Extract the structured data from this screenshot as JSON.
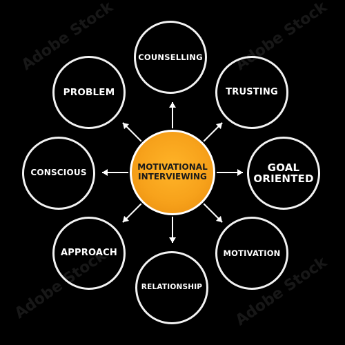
{
  "diagram": {
    "center": {
      "label": "MOTIVATIONAL\nINTERVIEWING",
      "fill": "#f7a21b"
    },
    "nodes": [
      {
        "id": "counselling",
        "label": "COUNSELLING"
      },
      {
        "id": "trusting",
        "label": "TRUSTING"
      },
      {
        "id": "goal-oriented",
        "label": "GOAL\nORIENTED"
      },
      {
        "id": "motivation",
        "label": "MOTIVATION"
      },
      {
        "id": "relationship",
        "label": "RELATIONSHIP"
      },
      {
        "id": "approach",
        "label": "APPROACH"
      },
      {
        "id": "conscious",
        "label": "CONSCIOUS"
      },
      {
        "id": "problem",
        "label": "PROBLEM"
      }
    ],
    "colors": {
      "background": "#000000",
      "outline": "#f2f2f2",
      "accent": "#f7a21b"
    }
  },
  "watermark": {
    "text": "Adobe Stock",
    "id": "#1450278204"
  }
}
